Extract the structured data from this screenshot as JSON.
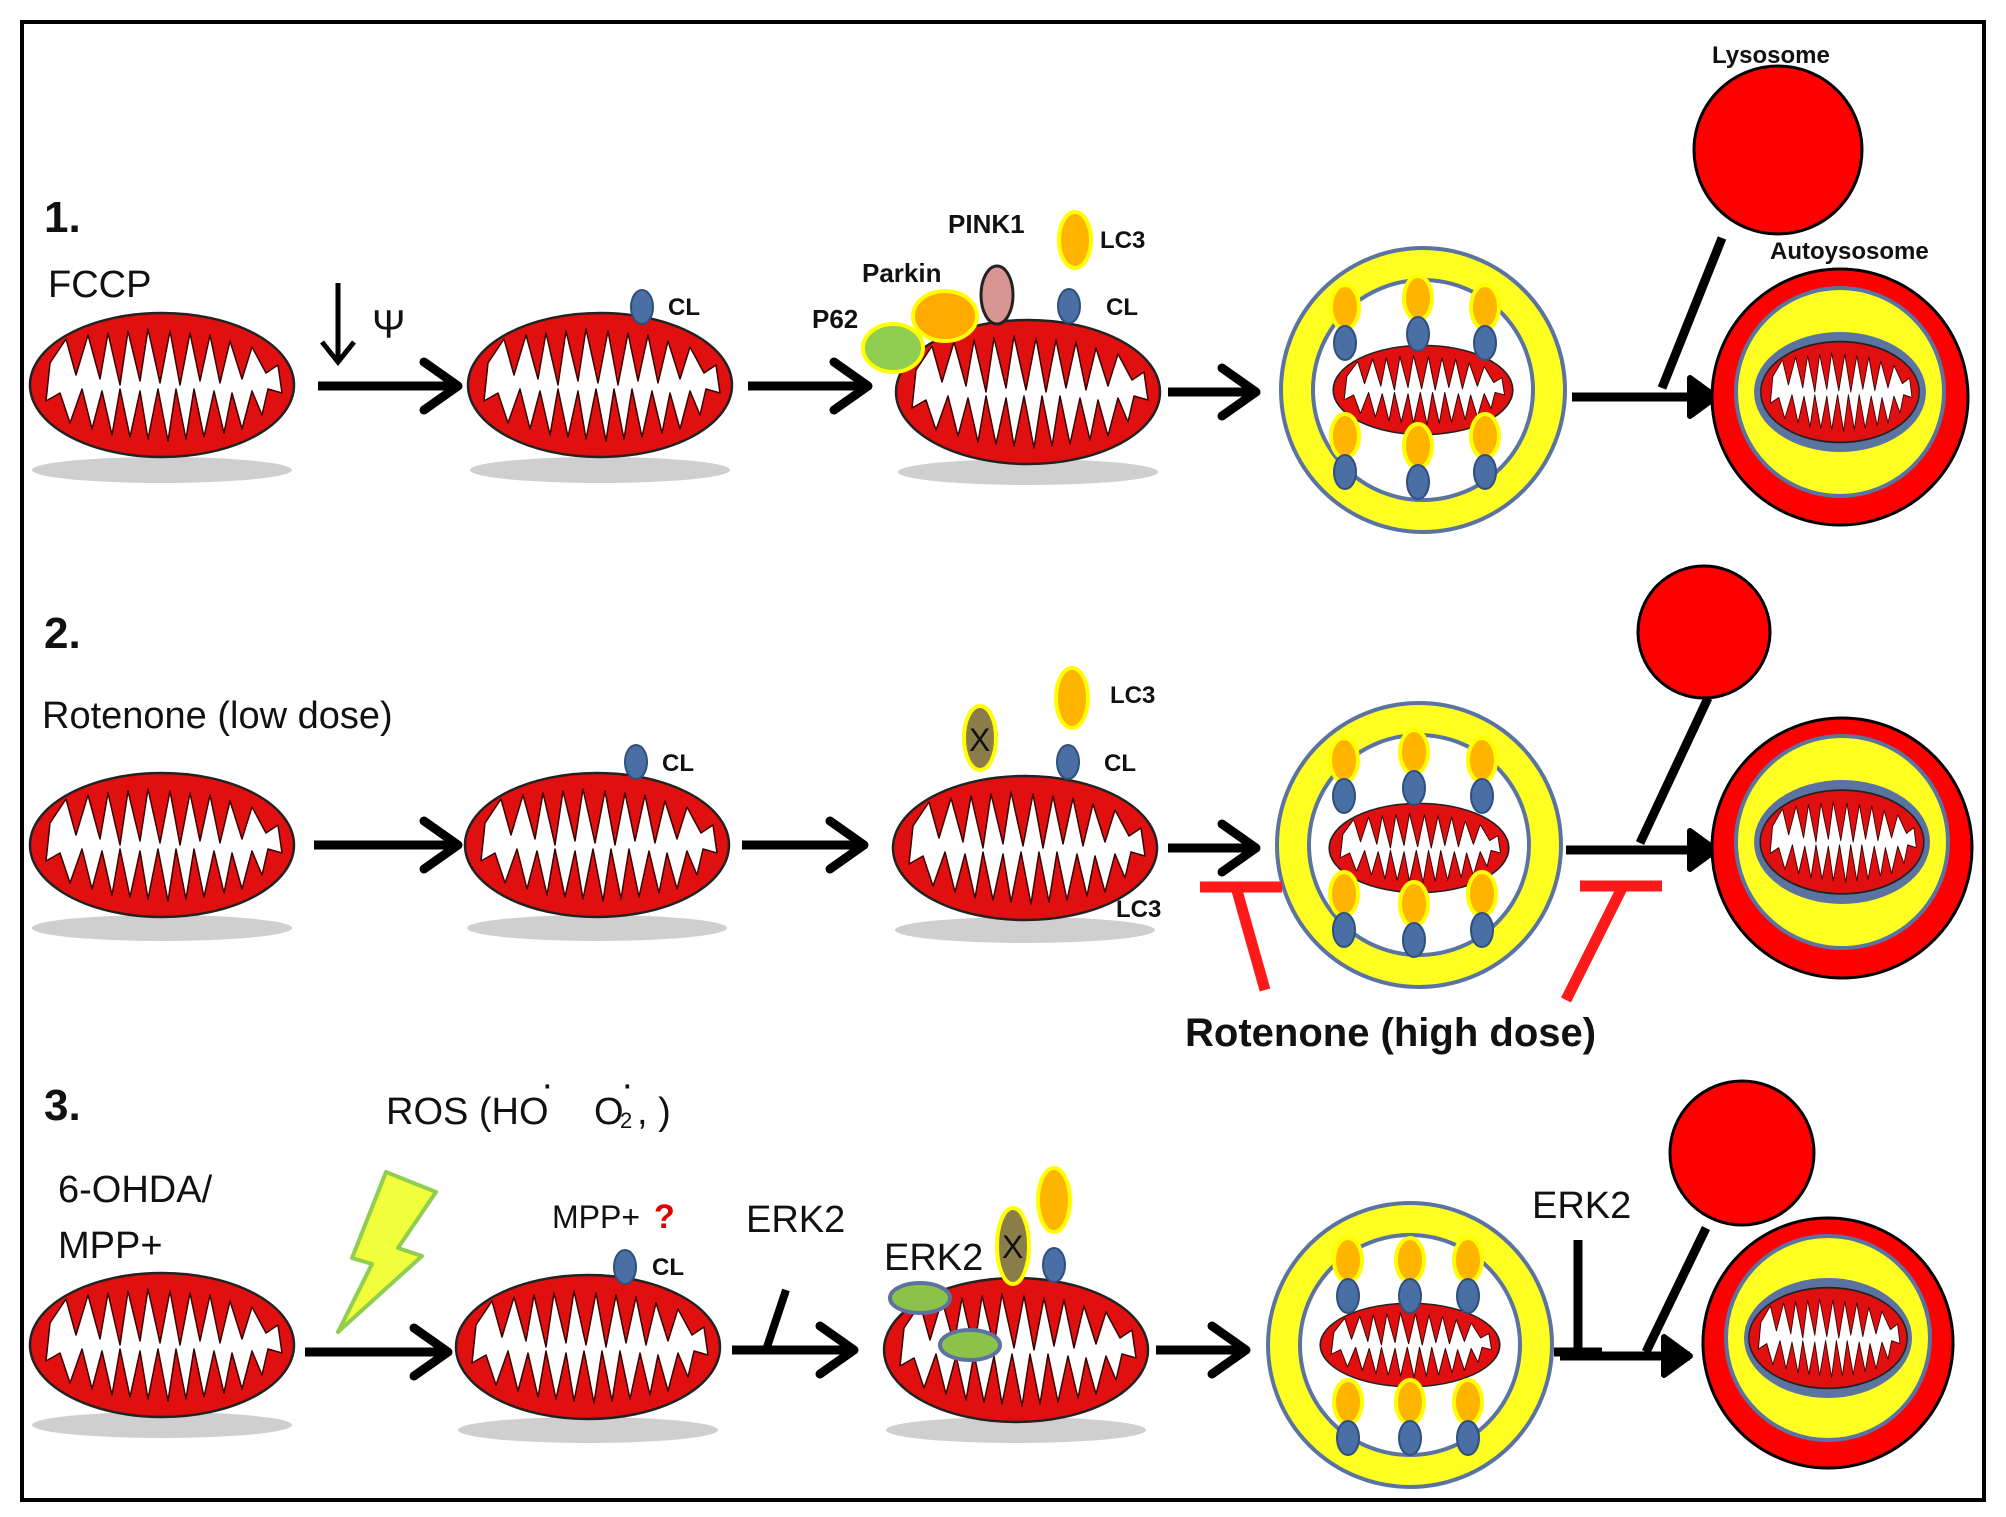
{
  "colors": {
    "mito_fill": "#e01010",
    "matrix": "#ffffff",
    "shadow": "#c8c8c8",
    "arrow": "#000000",
    "inhibit": "#ff1a1a",
    "lysosome": "#ff0000",
    "phagophore": "#ffff22",
    "membrane_blue": "#5a73a0",
    "cardiolipin": "#4a6fa5",
    "lc3": "#ffb400",
    "lc3_border": "#ffff00",
    "pink1": "#d99594",
    "parkin": "#ffaa00",
    "p62": "#8fce50",
    "erk2": "#8bc34a",
    "inactive": "#8b7d4a",
    "bolt": "#f2ff3c"
  },
  "rows": [
    {
      "number": "1.",
      "treatment": "FCCP",
      "potential_symbol": "Ψ",
      "labels": {
        "cl_a": "CL",
        "cl_b": "CL",
        "pink1": "PINK1",
        "lc3": "LC3",
        "parkin": "Parkin",
        "p62": "P62",
        "lysosome": "Lysosome",
        "autolysosome": "Autoysosome"
      }
    },
    {
      "number": "2.",
      "treatment": "Rotenone (low dose)",
      "labels": {
        "cl_a": "CL",
        "cl_b": "CL",
        "lc3_top": "LC3",
        "lc3_bottom": "LC3",
        "inactive_mark": "X",
        "high_dose": "Rotenone (high dose)"
      }
    },
    {
      "number": "3.",
      "treatment_line1": "6-OHDA/",
      "treatment_line2": "MPP+",
      "ros_prefix": "ROS (HO",
      "ros_dot": "·",
      "ros_o": "O",
      "ros_sub": "2",
      "ros_suffix": ", )",
      "labels": {
        "mpp": "MPP+",
        "question": "?",
        "cl_a": "CL",
        "erk2_a": "ERK2",
        "erk2_b": "ERK2",
        "erk2_c": "ERK2",
        "inactive_mark": "X"
      }
    }
  ]
}
